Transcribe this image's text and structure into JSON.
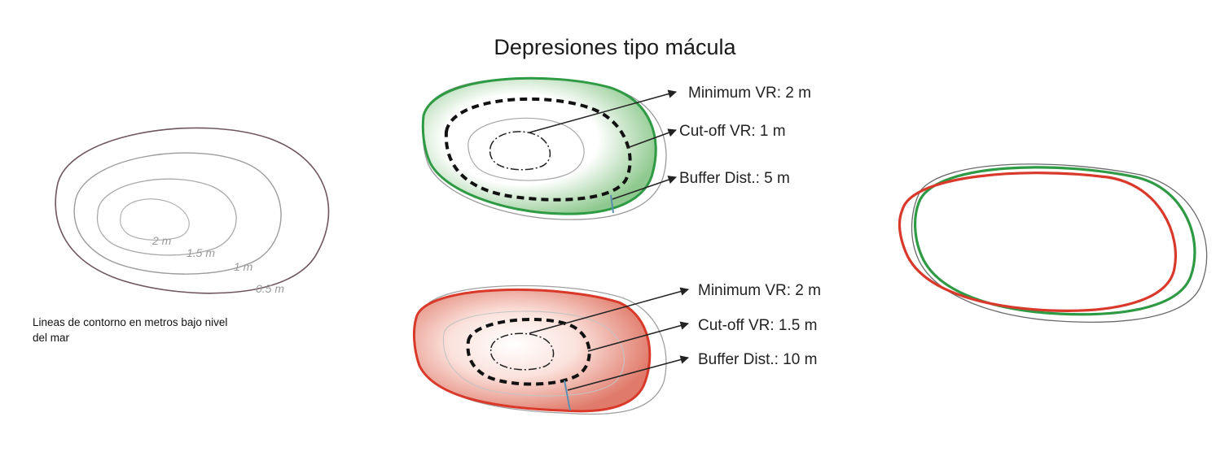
{
  "title": "Depresiones tipo mácula",
  "contour_panel": {
    "labels": [
      "2 m",
      "1.5 m",
      "1 m",
      "0.5 m"
    ],
    "caption_line1": "Lineas de contorno en metros bajo nivel",
    "caption_line2": "del mar"
  },
  "green_panel": {
    "color": "#2e9a44",
    "annotations": [
      "Minimum VR: 2 m",
      "Cut-off VR: 1 m",
      "Buffer Dist.: 5 m"
    ]
  },
  "red_panel": {
    "color": "#d8392b",
    "annotations": [
      "Minimum VR: 2 m",
      "Cut-off VR: 1.5 m",
      "Buffer Dist.: 10 m"
    ]
  },
  "overlay_panel": {
    "colors": [
      "#d8392b",
      "#2e9a44",
      "#555555"
    ]
  }
}
